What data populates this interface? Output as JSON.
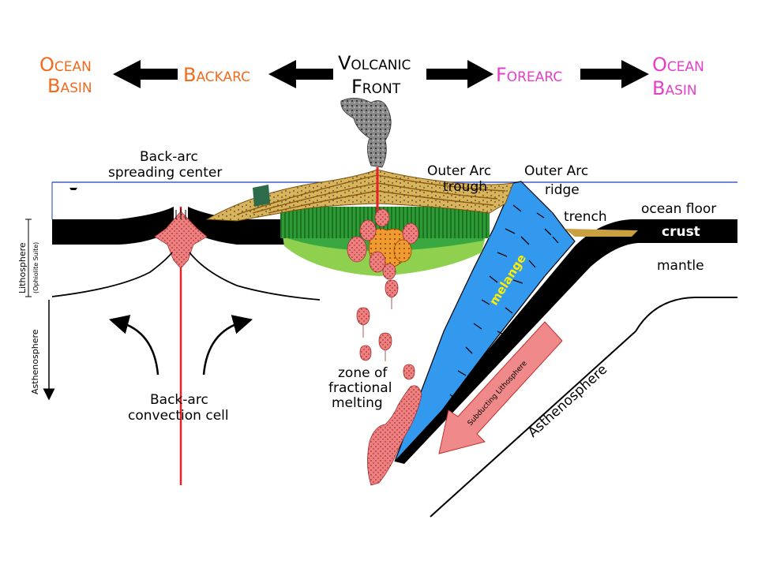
{
  "header": {
    "ocean_basin_left_1": "Ocean",
    "ocean_basin_left_2": "Basin",
    "backarc": "Backarc",
    "volcanic_front_1": "Volcanic",
    "volcanic_front_2": "Front",
    "forearc": "Forearc",
    "ocean_basin_right_1": "Ocean",
    "ocean_basin_right_2": "Basin"
  },
  "labels": {
    "backarc_spreading_1": "Back-arc",
    "backarc_spreading_2": "spreading center",
    "outer_arc_trough_1": "Outer Arc",
    "outer_arc_trough_2": "trough",
    "outer_arc_ridge_1": "Outer Arc",
    "outer_arc_ridge_2": "ridge",
    "trench": "trench",
    "ocean_floor": "ocean floor",
    "crust": "crust",
    "mantle": "mantle",
    "melange": "melange",
    "lithosphere": "Lithosphere",
    "ophiolite": "(Ophiolite Suite)",
    "asthenosphere_left": "Asthenosphere",
    "zone_1": "zone of",
    "zone_2": "fractional",
    "zone_3": "melting",
    "convection_1": "Back-arc",
    "convection_2": "convection cell",
    "subducting": "Subducting Lithosphere",
    "asthenosphere_right": "Asthenosphere"
  },
  "colors": {
    "ocean_basin": "#f26b1d",
    "backarc": "#f26b1d",
    "forearc": "#e63ec8",
    "ocean_basin_right": "#e63ec8",
    "sea_level": "#1a3fbf",
    "melange_blue": "#3399ee",
    "magma": "#f08080",
    "green_light": "#8fd14f",
    "green_dark": "#1f8a2a",
    "sediment": "#c9a040"
  }
}
